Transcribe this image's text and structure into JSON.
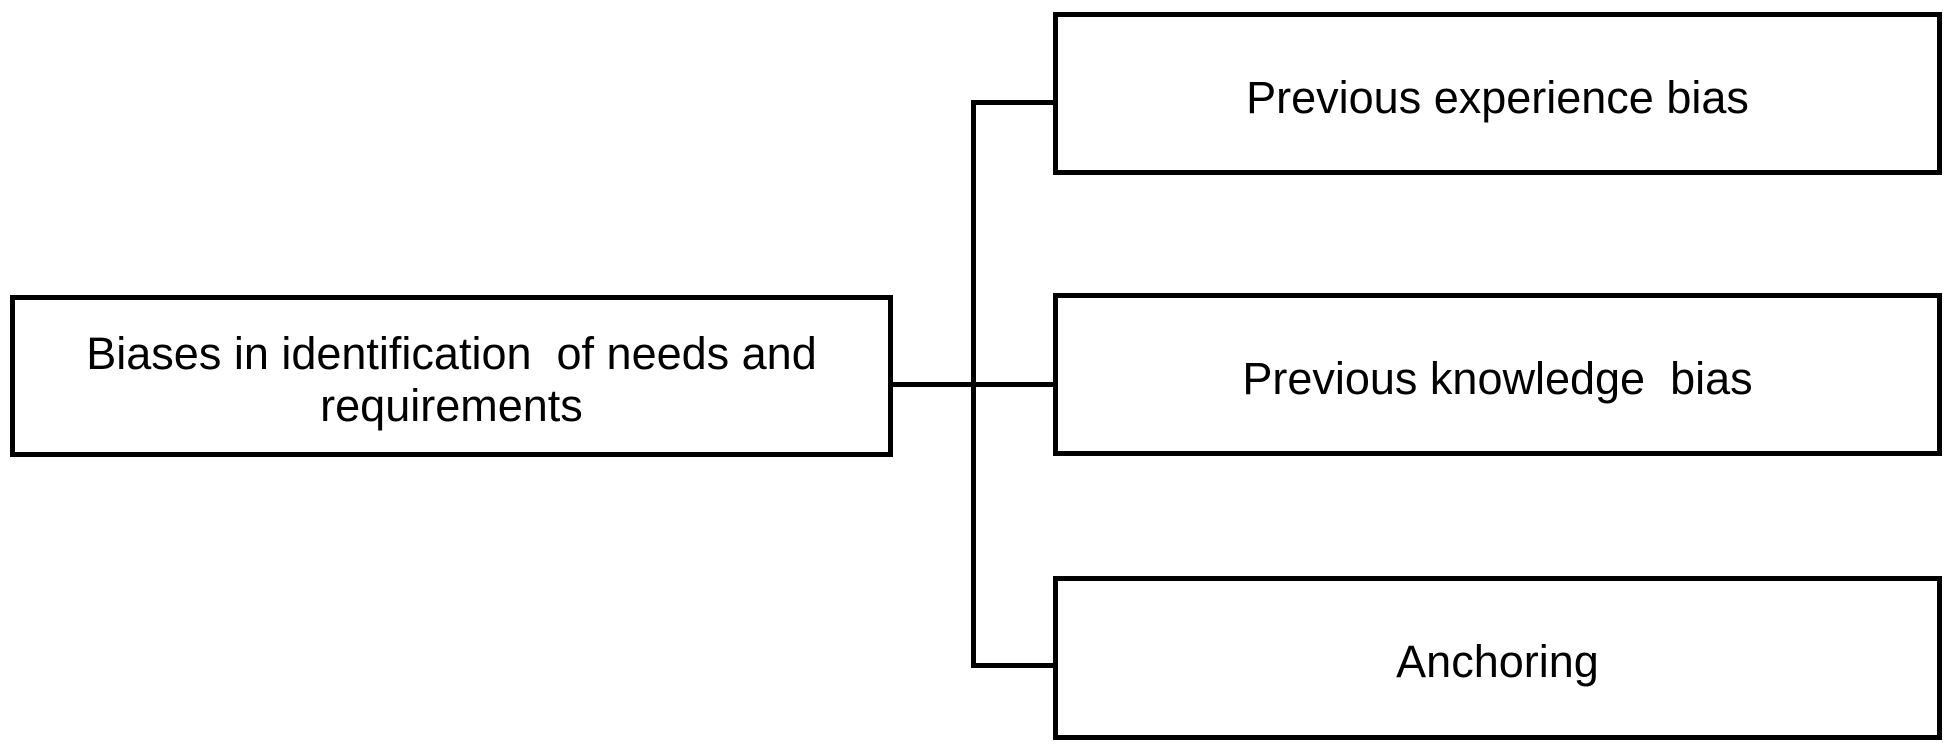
{
  "diagram": {
    "type": "tree",
    "colors": {
      "background": "#ffffff",
      "box_fill": "#ffffff",
      "box_border": "#000000",
      "text": "#000000",
      "connector": "#000000"
    },
    "root": {
      "label": "Biases in identification  of needs and\nrequirements"
    },
    "children": [
      {
        "label": "Previous experience bias"
      },
      {
        "label": "Previous knowledge  bias"
      },
      {
        "label": "Anchoring"
      }
    ]
  }
}
